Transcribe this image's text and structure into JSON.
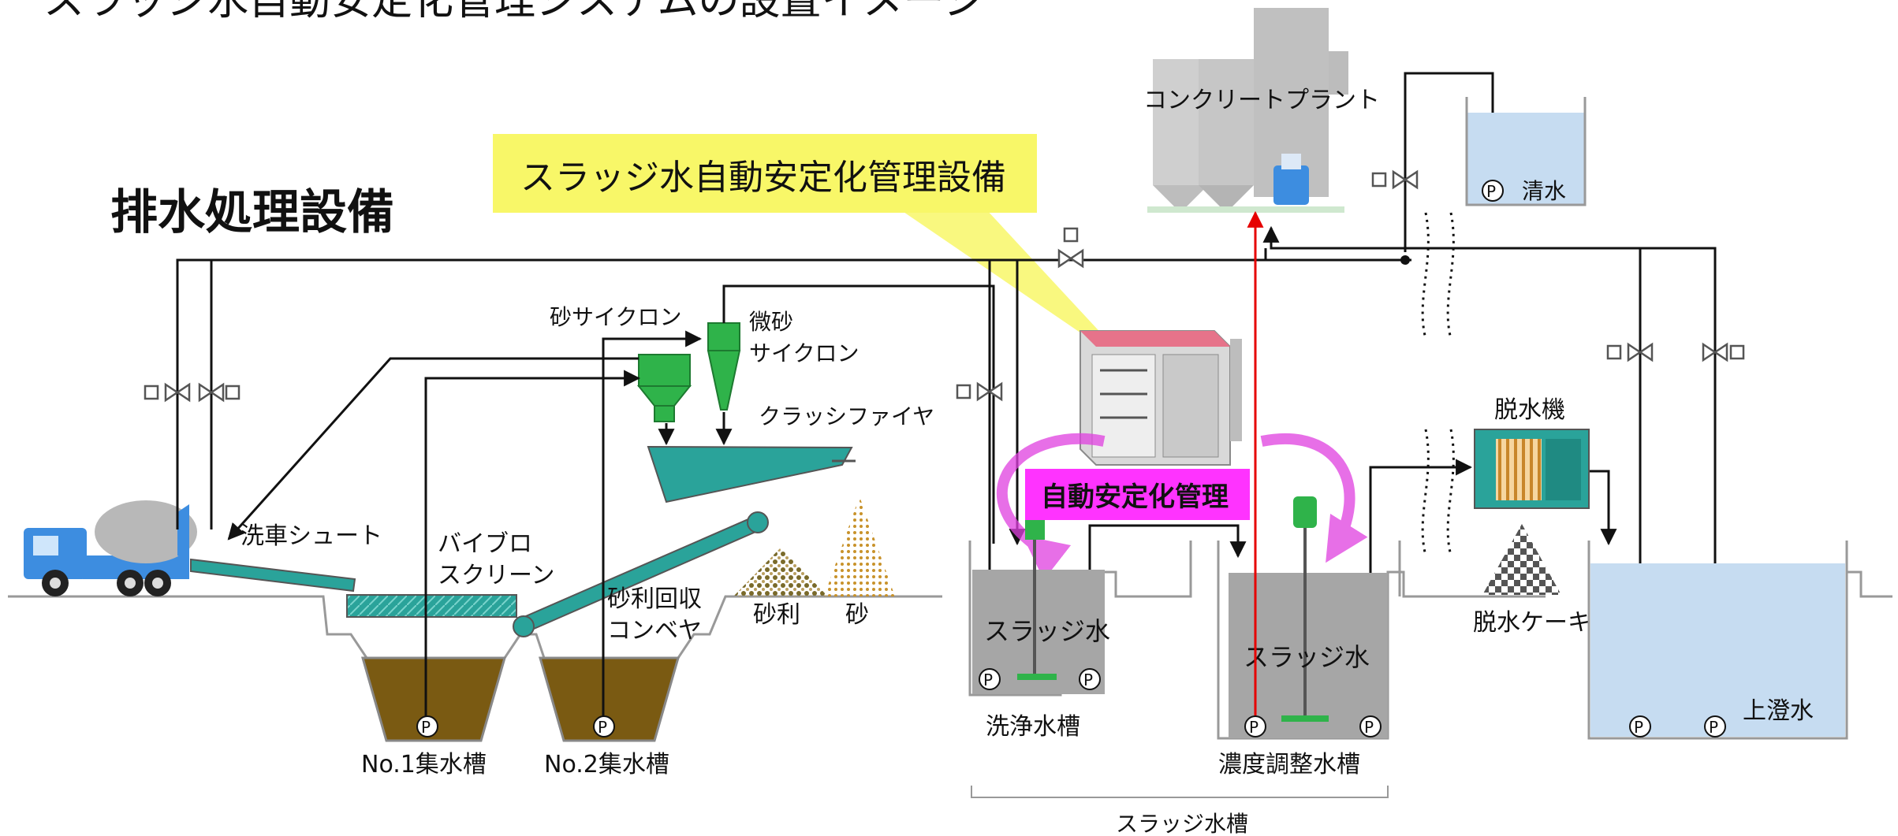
{
  "title": "スラッジ水自動安定化管理システムの設置イメージ",
  "section_label": "排水処理設備",
  "callout": "スラッジ水自動安定化管理設備",
  "badge": "自動安定化管理",
  "labels": {
    "concrete_plant": "コンクリートプラント",
    "clean_water": "清水",
    "sand_cyclone": "砂サイクロン",
    "fine_sand_cyclone_1": "微砂",
    "fine_sand_cyclone_2": "サイクロン",
    "classifier": "クラッシファイヤ",
    "washing_chute": "洗車シュート",
    "vibro_screen_1": "バイブロ",
    "vibro_screen_2": "スクリーン",
    "gravel_conveyor_1": "砂利回収",
    "gravel_conveyor_2": "コンベヤ",
    "gravel": "砂利",
    "sand": "砂",
    "sludge_water_a": "スラッジ水",
    "sludge_water_b": "スラッジ水",
    "wash_tank": "洗浄水槽",
    "concentration_tank": "濃度調整水槽",
    "sludge_tanks": "スラッジ水槽",
    "dewatering_machine": "脱水機",
    "dewatered_cake": "脱水ケーキ",
    "supernatant": "上澄水",
    "pit1": "No.1集水槽",
    "pit2": "No.2集水槽",
    "pump": "P"
  },
  "colors": {
    "callout_bg": "#f8f768",
    "badge_bg": "#ff33ff",
    "sludge_tank": "#a6a6a6",
    "pit_sludge": "#7a5a12",
    "equipment_teal": "#2aa39a",
    "cyclone_green": "#2fb34a",
    "clean_water_blue": "#c6dcf1",
    "red_line": "#e60000"
  }
}
